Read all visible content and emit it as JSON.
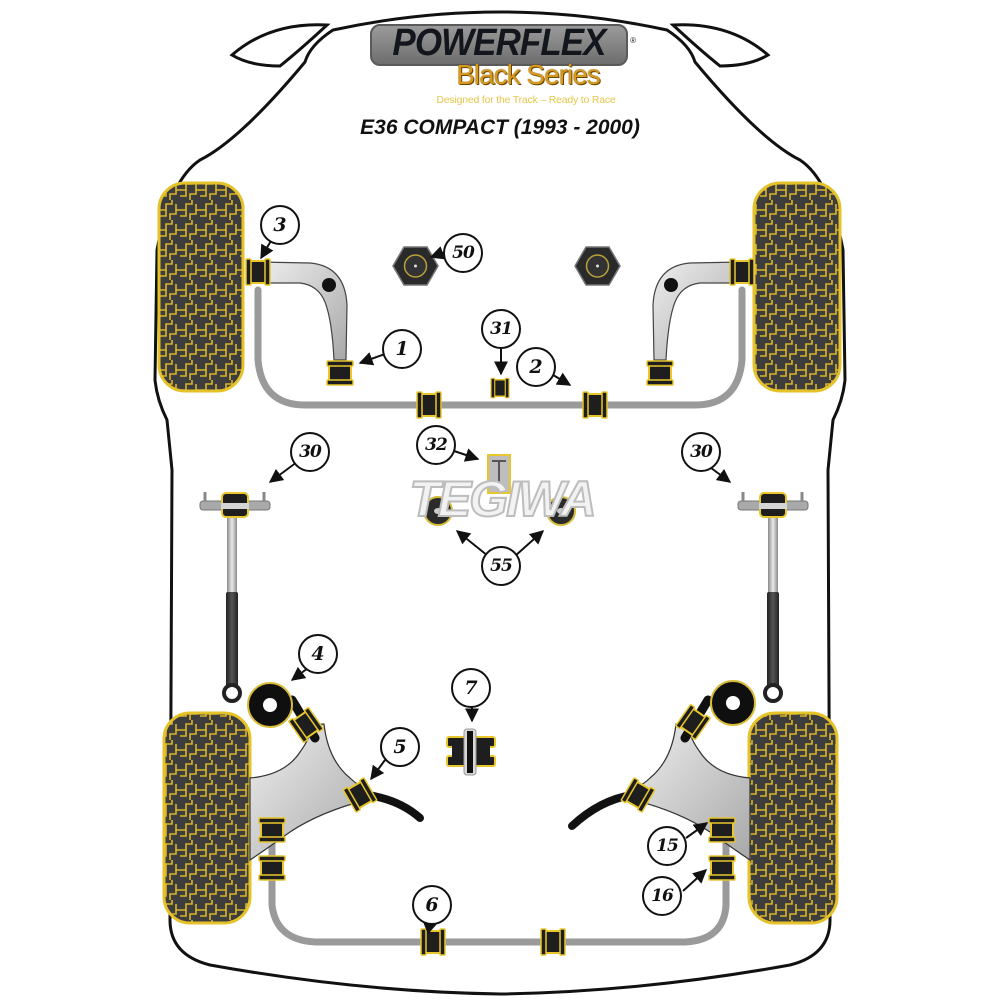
{
  "logo": {
    "brand": "POWERFLEX",
    "registered": "®",
    "series": "Black Series",
    "tagline": "Designed for the Track – Ready to Race"
  },
  "title": "E36 COMPACT (1993 - 2000)",
  "watermark": "TEGIWA",
  "colors": {
    "tyre_fill": "#3d3d3d",
    "tyre_accent": "#e6c22a",
    "bush_yellow": "#e8c62c",
    "bush_black": "#1e1e1e",
    "arm_grey": "#c9c9c9",
    "outline": "#111111"
  },
  "callouts": [
    {
      "id": "3",
      "label": "3",
      "part": "front-arm-front-bush"
    },
    {
      "id": "50",
      "label": "50",
      "part": "top-mount"
    },
    {
      "id": "1",
      "label": "1",
      "part": "front-arm-rear-bush"
    },
    {
      "id": "31",
      "label": "31",
      "part": "anti-roll-bar-link-bush"
    },
    {
      "id": "2",
      "label": "2",
      "part": "front-anti-roll-bar-bush"
    },
    {
      "id": "30",
      "label": "30",
      "part": "rear-shock-top-mount-left"
    },
    {
      "id": "30b",
      "label": "30",
      "part": "rear-shock-top-mount-right"
    },
    {
      "id": "32",
      "label": "32",
      "part": "gearbox-mount"
    },
    {
      "id": "55",
      "label": "55",
      "part": "engine-mounts"
    },
    {
      "id": "4",
      "label": "4",
      "part": "rear-trailing-arm-bush"
    },
    {
      "id": "7",
      "label": "7",
      "part": "rear-diff-mount"
    },
    {
      "id": "5",
      "label": "5",
      "part": "rear-lower-arm-inner-bush"
    },
    {
      "id": "15",
      "label": "15",
      "part": "rear-anti-roll-bar-link-upper"
    },
    {
      "id": "16",
      "label": "16",
      "part": "rear-anti-roll-bar-link-lower"
    },
    {
      "id": "6",
      "label": "6",
      "part": "rear-anti-roll-bar-bush"
    }
  ]
}
